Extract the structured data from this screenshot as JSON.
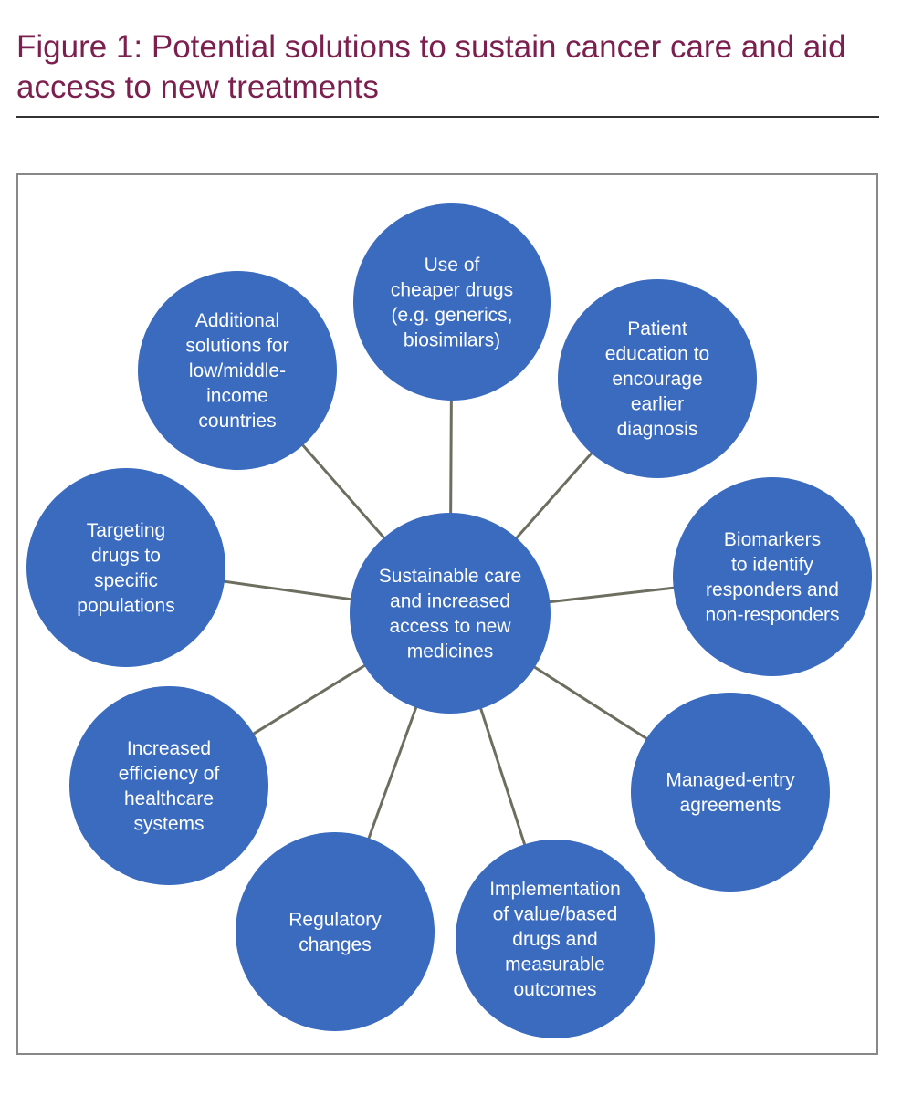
{
  "title": "Figure 1: Potential solutions to sustain cancer care and aid access to new treatments",
  "colors": {
    "title": "#7b1f4e",
    "node_fill": "#3a6bbf",
    "connector": "#6e6e60",
    "frame": "#888888",
    "rule": "#333333"
  },
  "diagram": {
    "center": {
      "lines": [
        "Sustainable care",
        "and increased",
        "access to new",
        "medicines"
      ]
    },
    "nodes": [
      {
        "id": "cheaper-drugs",
        "lines": [
          "Use of",
          "cheaper drugs",
          "(e.g. generics,",
          "biosimilars)"
        ]
      },
      {
        "id": "patient-education",
        "lines": [
          "Patient",
          "education to",
          "encourage",
          "earlier",
          "diagnosis"
        ]
      },
      {
        "id": "biomarkers",
        "lines": [
          "Biomarkers",
          "to identify",
          "responders and",
          "non-responders"
        ]
      },
      {
        "id": "managed-entry",
        "lines": [
          "Managed-entry",
          "agreements"
        ]
      },
      {
        "id": "value-based",
        "lines": [
          "Implementation",
          "of value/based",
          "drugs and",
          "measurable",
          "outcomes"
        ]
      },
      {
        "id": "regulatory",
        "lines": [
          "Regulatory",
          "changes"
        ]
      },
      {
        "id": "healthcare-efficiency",
        "lines": [
          "Increased",
          "efficiency of",
          "healthcare",
          "systems"
        ]
      },
      {
        "id": "targeting-drugs",
        "lines": [
          "Targeting",
          "drugs to",
          "specific",
          "populations"
        ]
      },
      {
        "id": "low-middle-income",
        "lines": [
          "Additional",
          "solutions for",
          "low/middle-",
          "income",
          "countries"
        ]
      }
    ]
  }
}
